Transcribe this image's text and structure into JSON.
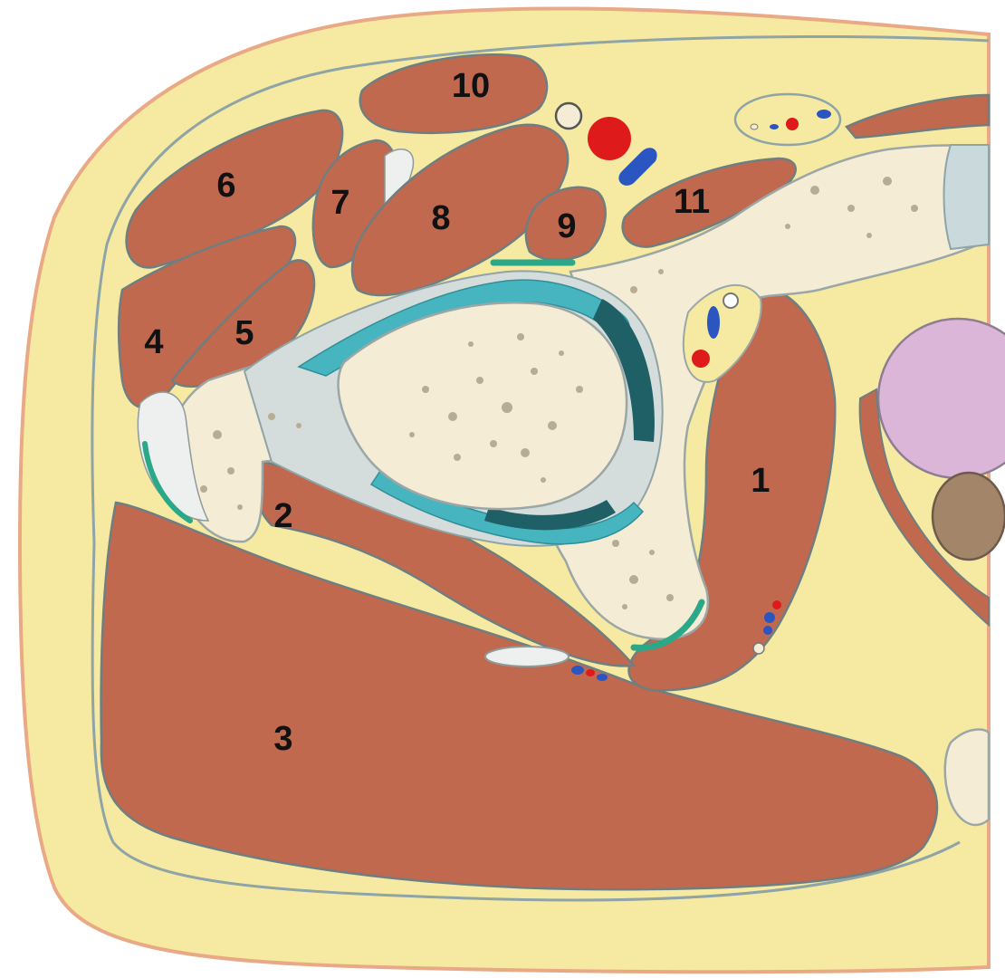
{
  "labels": [
    {
      "id": "1",
      "text": "1"
    },
    {
      "id": "2",
      "text": "2"
    },
    {
      "id": "3",
      "text": "3"
    },
    {
      "id": "4",
      "text": "4"
    },
    {
      "id": "5",
      "text": "5"
    },
    {
      "id": "6",
      "text": "6"
    },
    {
      "id": "7",
      "text": "7"
    },
    {
      "id": "8",
      "text": "8"
    },
    {
      "id": "9",
      "text": "9"
    },
    {
      "id": "10",
      "text": "10"
    },
    {
      "id": "11",
      "text": "11"
    }
  ],
  "colors": {
    "fat": "#f6eaa2",
    "skin_edge": "#e9a985",
    "muscle": "#c0694f",
    "bone": "#f4ecd4",
    "bone_spots": "#b8ad94",
    "cartilage": "#46b5bf",
    "dark_cartilage": "#1f5f66",
    "artery": "#de1a1a",
    "vein": "#2b55c0",
    "fascia": "#8fa4a6",
    "bladder": "#dcb6d8",
    "rectum": "#a3856a"
  }
}
